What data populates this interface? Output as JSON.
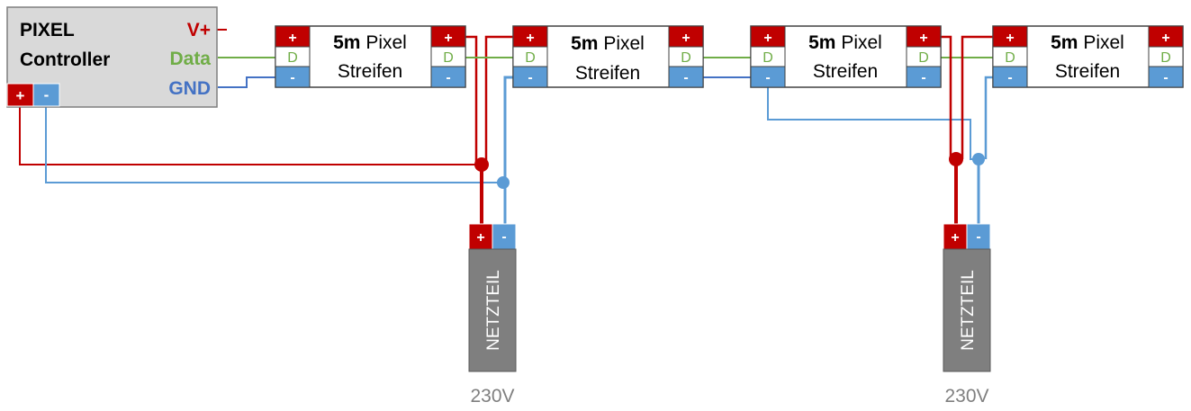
{
  "controller": {
    "title_line1": "PIXEL",
    "title_line2": "Controller",
    "vplus_label": "V+",
    "data_label": "Data",
    "gnd_label": "GND",
    "plus_symbol": "+",
    "minus_symbol": "-"
  },
  "strips": [
    {
      "length": "5m",
      "word": "Pixel",
      "line2": "Streifen",
      "plus": "+",
      "data": "D",
      "minus": "-"
    },
    {
      "length": "5m",
      "word": "Pixel",
      "line2": "Streifen",
      "plus": "+",
      "data": "D",
      "minus": "-"
    },
    {
      "length": "5m",
      "word": "Pixel",
      "line2": "Streifen",
      "plus": "+",
      "data": "D",
      "minus": "-"
    },
    {
      "length": "5m",
      "word": "Pixel",
      "line2": "Streifen",
      "plus": "+",
      "data": "D",
      "minus": "-"
    }
  ],
  "power_supplies": [
    {
      "label": "NETZTEIL",
      "voltage": "230V",
      "plus": "+",
      "minus": "-"
    },
    {
      "label": "NETZTEIL",
      "voltage": "230V",
      "plus": "+",
      "minus": "-"
    }
  ],
  "colors": {
    "positive": "#c00000",
    "negative": "#5b9bd5",
    "data": "#70ad47",
    "gnd_text": "#4472c4",
    "controller_fill": "#d9d9d9",
    "supply_fill": "#7f7f7f"
  }
}
